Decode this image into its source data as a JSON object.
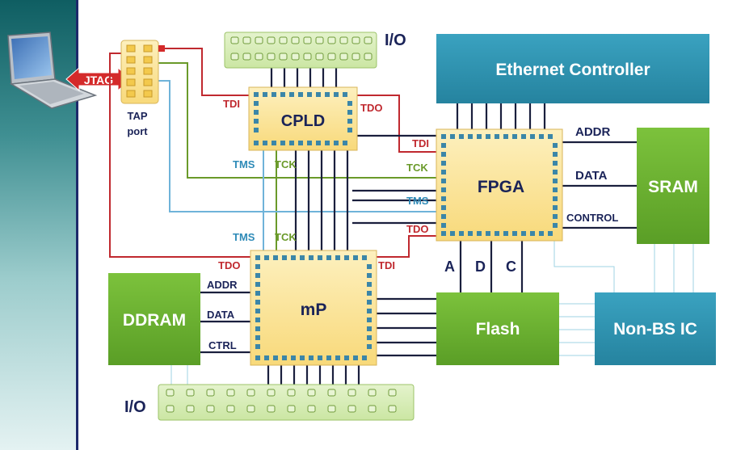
{
  "labels": {
    "jtag": "JTAG",
    "tap_port_line1": "TAP",
    "tap_port_line2": "port",
    "io_top": "I/O",
    "io_bottom": "I/O",
    "ethernet": "Ethernet Controller",
    "cpld": "CPLD",
    "fpga": "FPGA",
    "mp": "mP",
    "sram": "SRAM",
    "ddram": "DDRAM",
    "flash": "Flash",
    "nonbs": "Non-BS IC",
    "tdi_cpld": "TDI",
    "tdo_cpld": "TDO",
    "tdi_fpga": "TDI",
    "tck_fpga": "TCK",
    "tms_fpga": "TMS",
    "tdo_fpga": "TDO",
    "tms_cpld": "TMS",
    "tck_cpld": "TCK",
    "tms_mp": "TMS",
    "tck_mp": "TCK",
    "tdo_mp": "TDO",
    "tdi_mp": "TDI",
    "fpga_addr": "ADDR",
    "fpga_data": "DATA",
    "fpga_control": "CONTROL",
    "mp_addr": "ADDR",
    "mp_data": "DATA",
    "mp_ctrl": "CTRL",
    "flash_a": "A",
    "flash_d": "D",
    "flash_c": "C"
  },
  "colors": {
    "tdi_tdo": "#c0292f",
    "tms": "#6fb3d9",
    "tck": "#6a9a2a",
    "bus": "#1a1f3d",
    "label_navy": "#1a2358",
    "chip_fill": "#fbe39a",
    "chip_pin": "#3b86a8",
    "green_box": "#6ab02e",
    "teal_box": "#2d93b1",
    "io_fill": "#d6ecb4"
  },
  "icons": {
    "laptop": "laptop-icon",
    "jtag_arrow": "double-arrow-icon"
  }
}
